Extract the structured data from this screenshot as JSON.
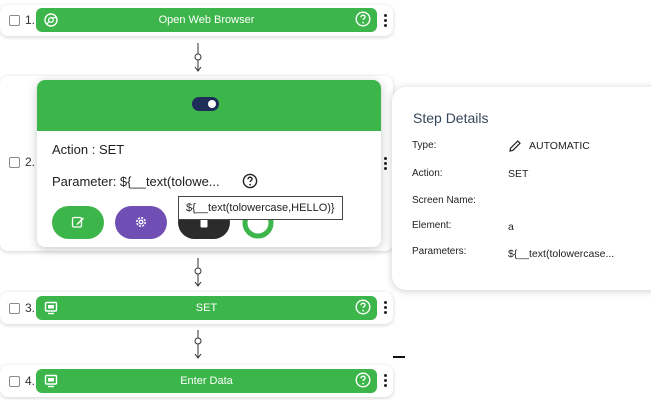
{
  "steps": [
    {
      "number": "1.",
      "label": "Open Web Browser",
      "icon": "chrome-icon"
    },
    {
      "number": "2.",
      "label": "",
      "icon": ""
    },
    {
      "number": "3.",
      "label": "SET",
      "icon": "monitor-icon"
    },
    {
      "number": "4.",
      "label": "Enter Data",
      "icon": "monitor-icon"
    }
  ],
  "popup": {
    "action_text": "Action : SET",
    "parameter_text": "Parameter: ${__text(tolowe...",
    "tooltip_text": "${__text(tolowercase,HELLO)}",
    "toggle_on": true
  },
  "step_details": {
    "title": "Step Details",
    "rows": [
      {
        "label": "Type:",
        "value": "AUTOMATIC"
      },
      {
        "label": "Action:",
        "value": "SET"
      },
      {
        "label": "Screen Name:",
        "value": ""
      },
      {
        "label": "Element:",
        "value": "a"
      },
      {
        "label": "Parameters:",
        "value": "${__text(tolowercase..."
      }
    ]
  },
  "colors": {
    "step_green": "#3cb54a",
    "toggle_navy": "#1f2d59",
    "edit_button": "#3cb54a",
    "settings_button": "#6f4fb3",
    "delete_button": "#2b2b2b"
  }
}
